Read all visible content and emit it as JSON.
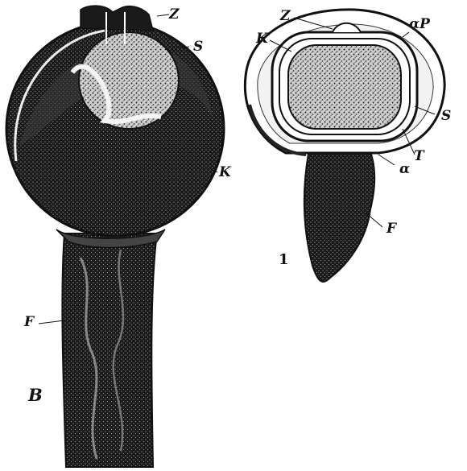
{
  "figure_left": {
    "labels": {
      "z": "Z",
      "s": "S",
      "k": "K",
      "f": "F",
      "b": "B"
    }
  },
  "figure_right": {
    "labels": {
      "z": "Z",
      "ap": "αP",
      "k": "K",
      "s": "S",
      "t": "T",
      "a": "α",
      "f": "F",
      "one": "1"
    }
  },
  "colors": {
    "ink": "#111111",
    "paper": "#ffffff",
    "stipple": "#8a8a8a"
  }
}
